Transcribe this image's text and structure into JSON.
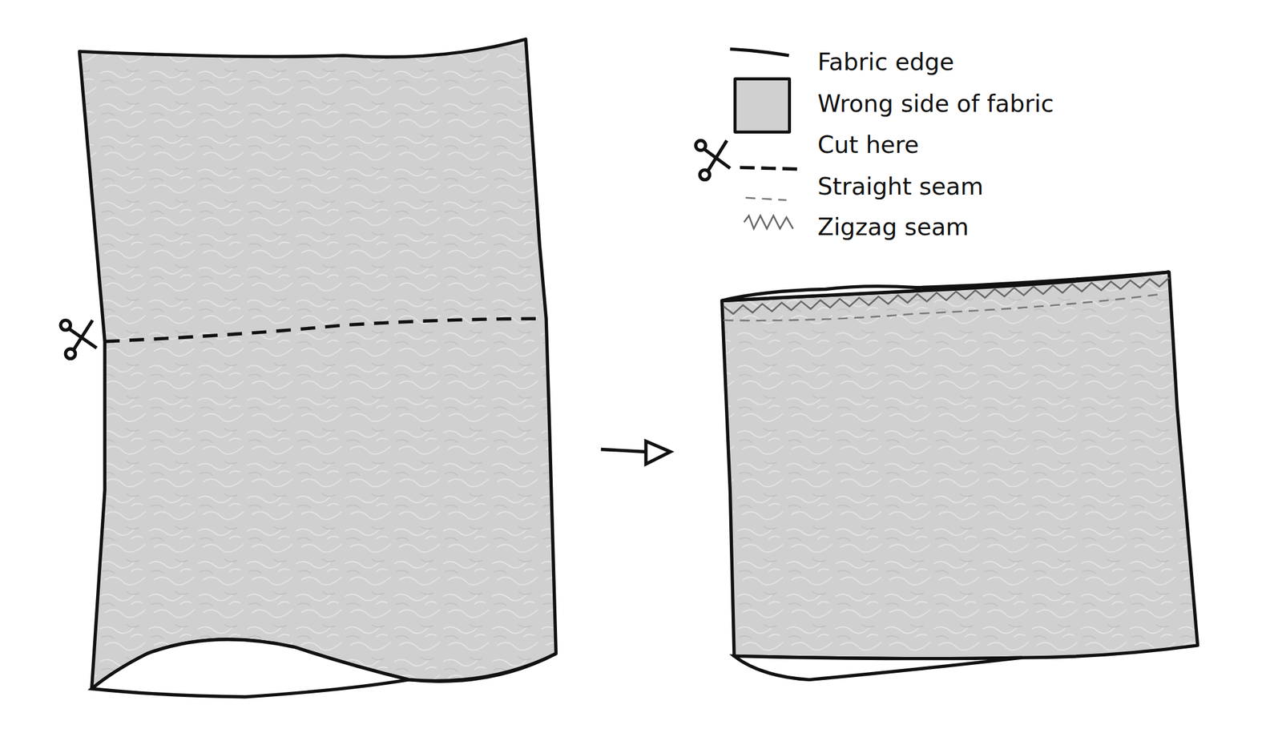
{
  "diagram": {
    "legend": [
      {
        "text": "Fabric edge"
      },
      {
        "text": "Wrong side of fabric",
        "color": "#d0d0d0"
      },
      {
        "text": "Cut here"
      },
      {
        "text": "Straight seam"
      },
      {
        "text": "Zigzag seam"
      }
    ]
  }
}
